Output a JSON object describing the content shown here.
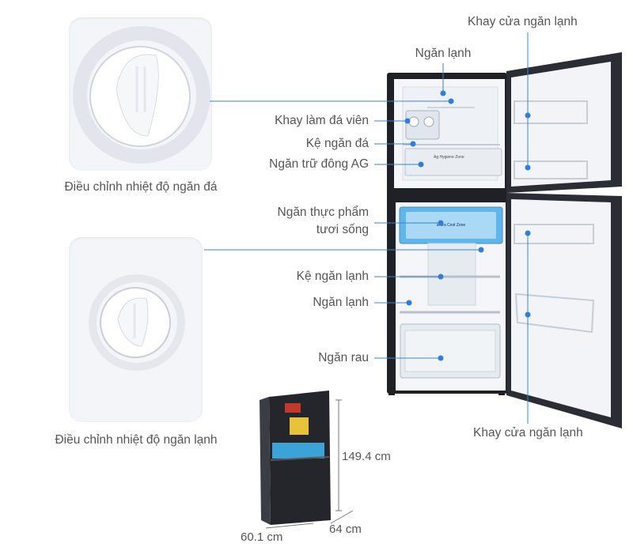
{
  "colors": {
    "callout_line": "#3b83d9",
    "callout_dot": "#2f7fd8",
    "fridge_body": "#1f2126",
    "fridge_interior": "#f4f6f9",
    "label_text": "#555555",
    "crisper_blue": "#5fb6ea"
  },
  "labels": {
    "freezer_dial_caption": "Điều chỉnh nhiệt độ ngăn đá",
    "fridge_dial_caption": "Điều chỉnh nhiệt độ ngăn lạnh",
    "freezer_compartment": "Ngăn lạnh",
    "ice_tray": "Khay làm đá viên",
    "freezer_shelf": "Kệ ngăn đá",
    "ag_freezer": "Ngăn trữ đông AG",
    "fresh_food_line1": "Ngăn thực phẩm",
    "fresh_food_line2": "tươi sống",
    "fridge_shelf": "Kệ ngăn lạnh",
    "fridge_compartment": "Ngăn lạnh",
    "vegetable_drawer": "Ngăn rau",
    "top_door_tray": "Khay cửa ngăn lạnh",
    "bottom_door_tray": "Khay cửa ngăn lạnh"
  },
  "dimensions": {
    "height": "149.4 cm",
    "depth": "64 cm",
    "width": "60.1 cm"
  },
  "icons": {
    "freezer_dial": "temperature-dial-icon",
    "fridge_dial": "temperature-dial-icon",
    "fridge_thumbnail": "refrigerator-icon"
  }
}
